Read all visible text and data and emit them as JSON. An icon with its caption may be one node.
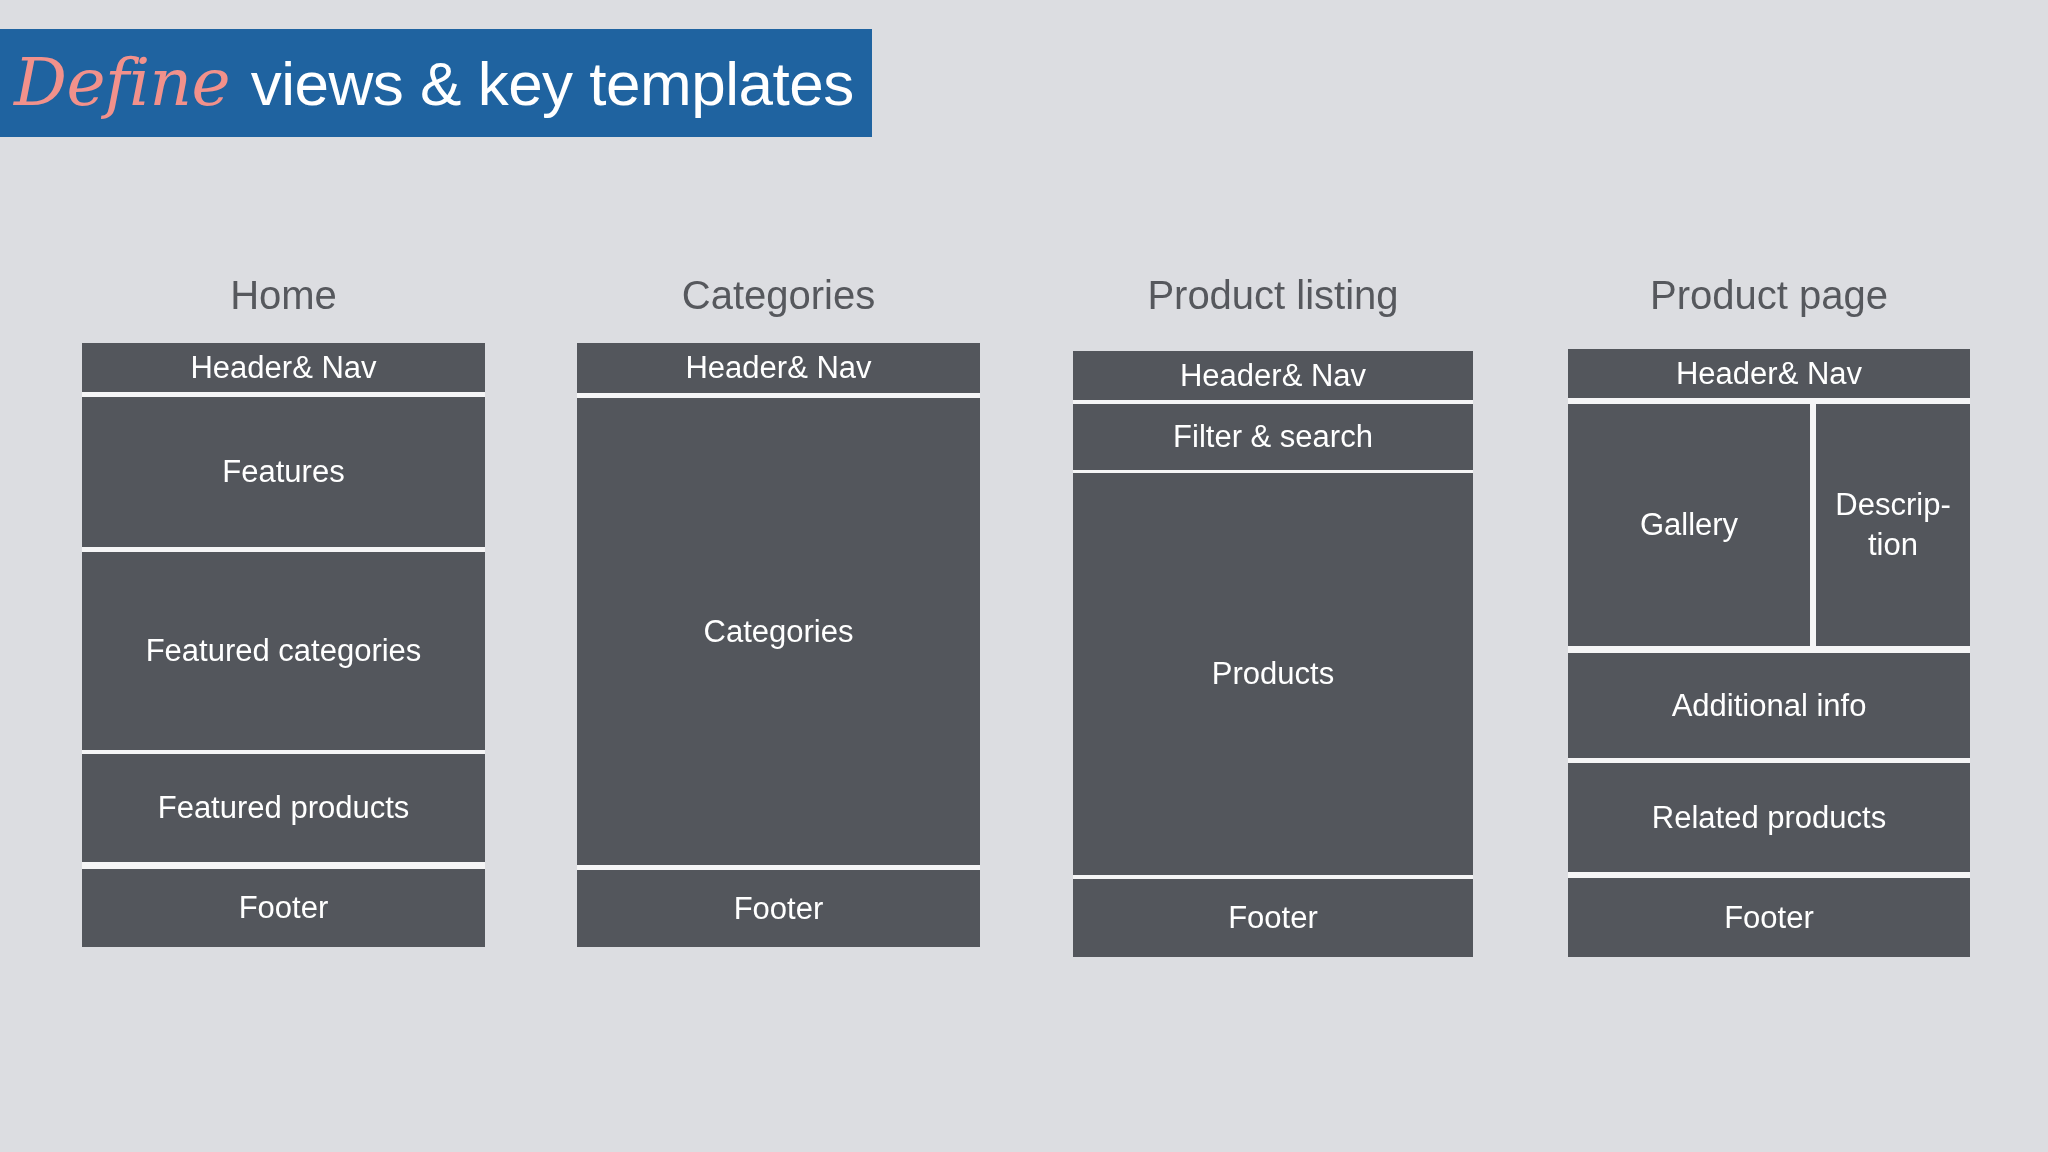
{
  "diagram": {
    "title": "*Define* views & key templates",
    "nodes": [
      {
        "text": [
          "Home"
        ]
      },
      {
        "text": [
          "Header& Nav"
        ],
        "in": 0
      },
      {
        "text": [
          "Features"
        ],
        "in": 0
      },
      {
        "text": [
          "Featured categories"
        ],
        "in": 0
      },
      {
        "text": [
          "Featured products"
        ],
        "in": 0
      },
      {
        "text": [
          "Footer"
        ],
        "in": 0
      },
      {
        "text": [
          "Categories"
        ]
      },
      {
        "text": [
          "Header& Nav"
        ],
        "in": 6
      },
      {
        "text": [
          "Categories"
        ],
        "in": 6
      },
      {
        "text": [
          "Footer"
        ],
        "in": 6
      },
      {
        "text": [
          "Product listing"
        ]
      },
      {
        "text": [
          "Header& Nav"
        ],
        "in": 10
      },
      {
        "text": [
          "Filter & search"
        ],
        "in": 10
      },
      {
        "text": [
          "Products"
        ],
        "in": 10
      },
      {
        "text": [
          "Footer"
        ],
        "in": 10
      },
      {
        "text": [
          "Product page"
        ]
      },
      {
        "text": [
          "Header& Nav"
        ],
        "in": 15
      },
      {
        "text": [
          "Gallery"
        ],
        "in": 15
      },
      {
        "text": [
          "Descrip- tion"
        ],
        "in": 15
      },
      {
        "text": [
          "Additional info"
        ],
        "in": 15
      },
      {
        "text": [
          "Related products"
        ],
        "in": 15
      },
      {
        "text": [
          "Footer"
        ],
        "in": 15
      }
    ]
  }
}
